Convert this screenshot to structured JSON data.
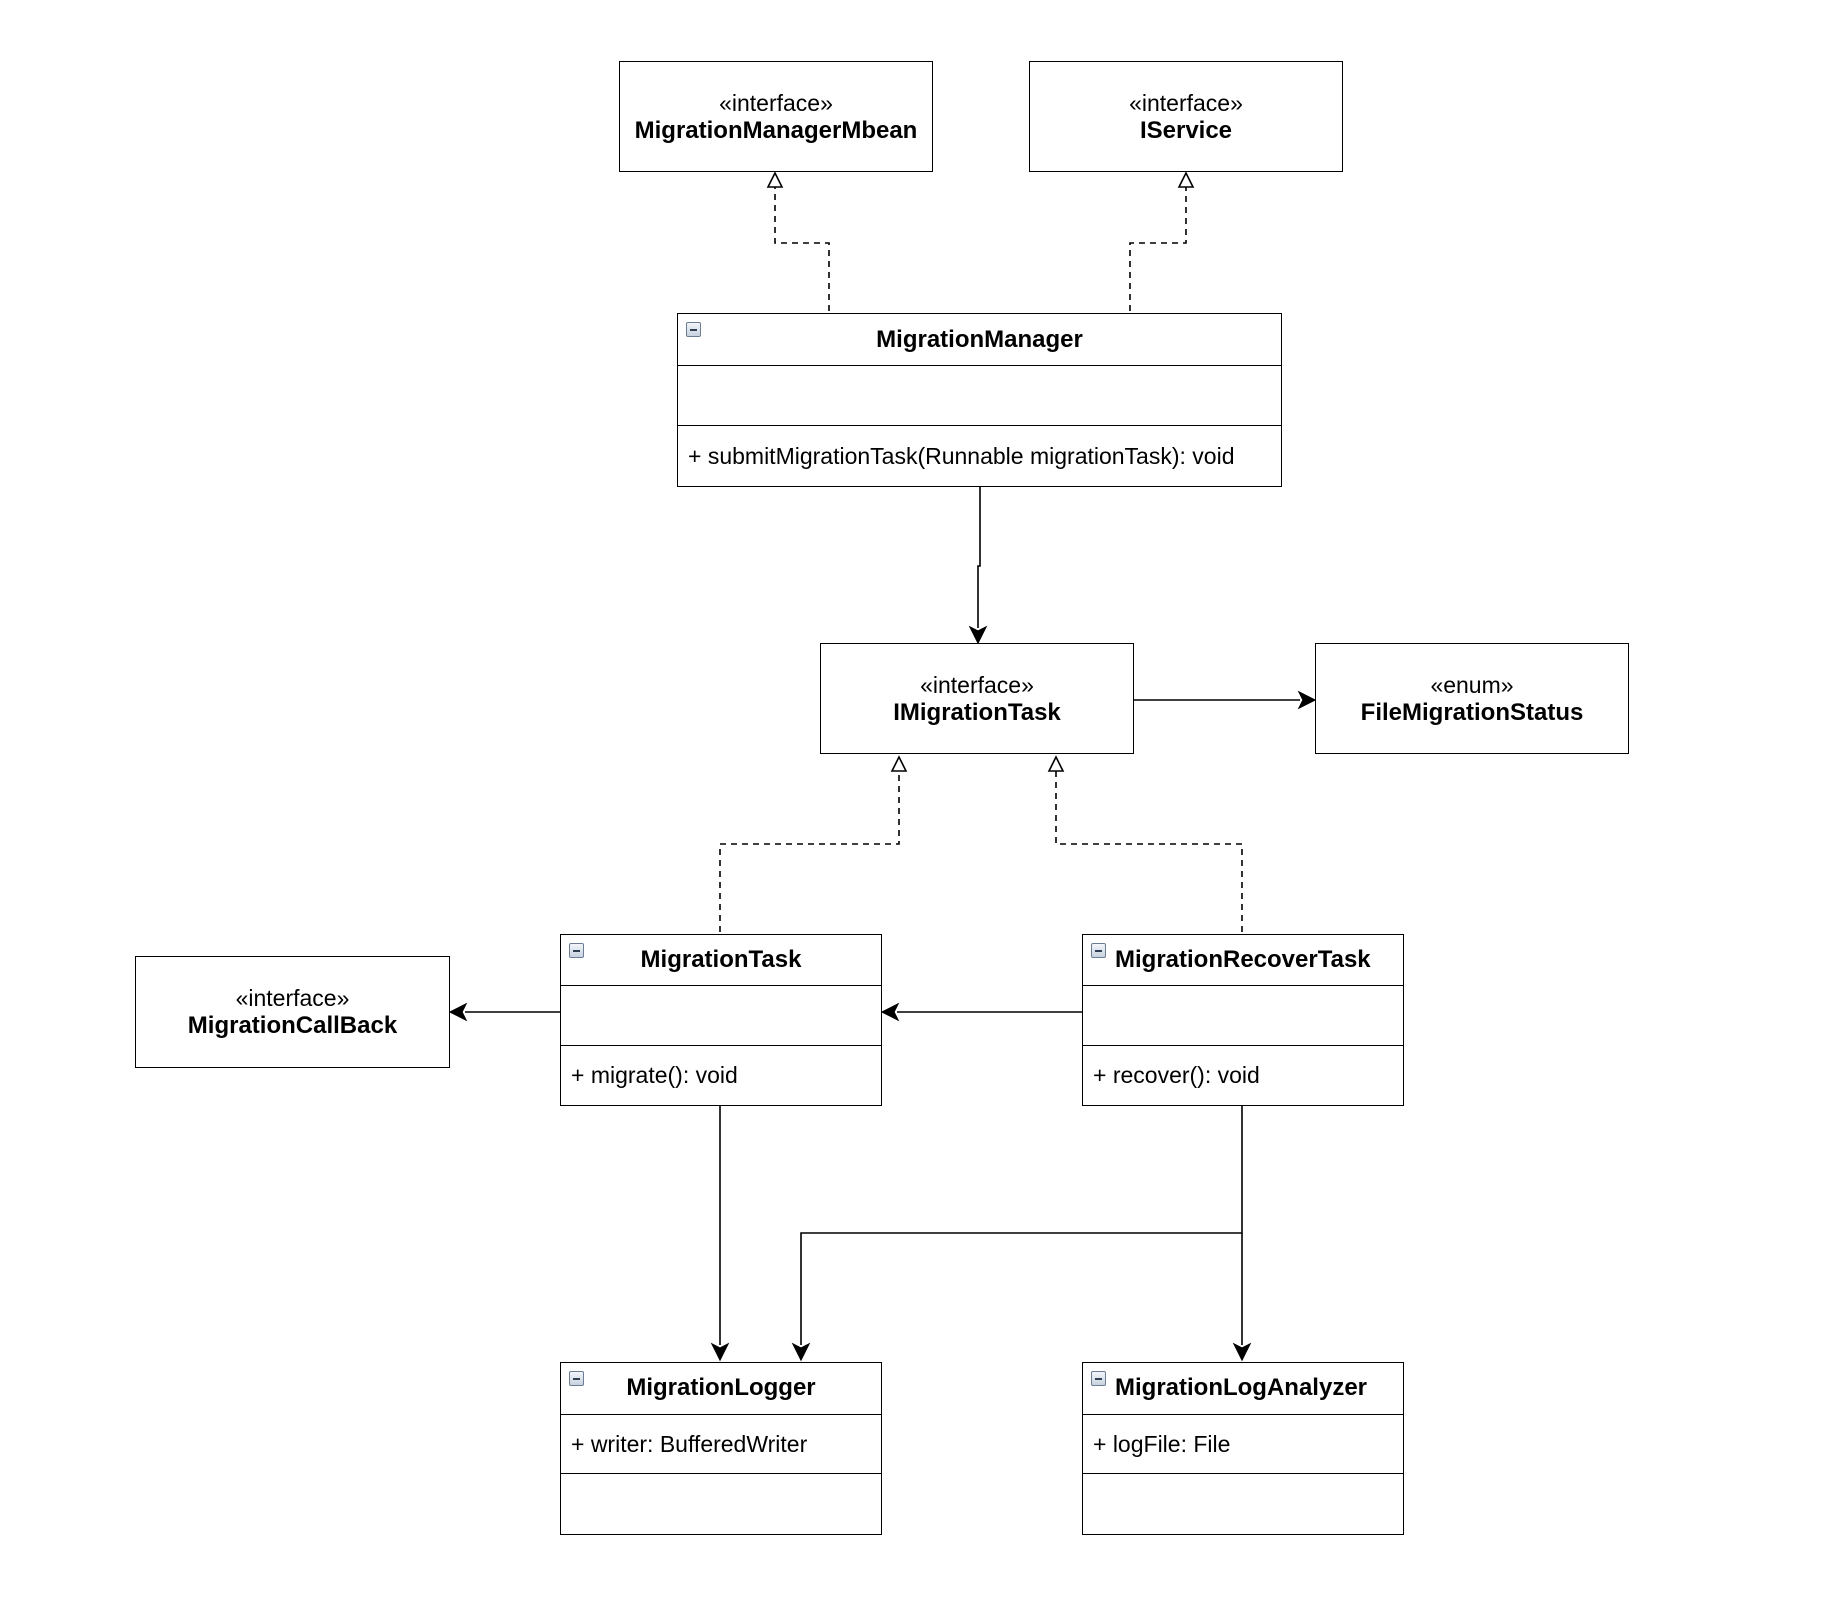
{
  "diagram": {
    "nodes": {
      "migration_manager_mbean": {
        "stereotype": "«interface»",
        "name": "MigrationManagerMbean"
      },
      "iservice": {
        "stereotype": "«interface»",
        "name": "IService"
      },
      "migration_manager": {
        "name": "MigrationManager",
        "attributes": "",
        "methods": "+ submitMigrationTask(Runnable migrationTask): void"
      },
      "imigration_task": {
        "stereotype": "«interface»",
        "name": "IMigrationTask"
      },
      "file_migration_status": {
        "stereotype": "«enum»",
        "name": "FileMigrationStatus"
      },
      "migration_callback": {
        "stereotype": "«interface»",
        "name": "MigrationCallBack"
      },
      "migration_task": {
        "name": "MigrationTask",
        "attributes": "",
        "methods": "+ migrate(): void"
      },
      "migration_recover_task": {
        "name": "MigrationRecoverTask",
        "attributes": "",
        "methods": "+ recover(): void"
      },
      "migration_logger": {
        "name": "MigrationLogger",
        "attributes": "+ writer: BufferedWriter",
        "methods": ""
      },
      "migration_log_analyzer": {
        "name": "MigrationLogAnalyzer",
        "attributes": "+ logFile: File",
        "methods": ""
      }
    },
    "edges": [
      {
        "from": "MigrationManager",
        "to": "MigrationManagerMbean",
        "kind": "realization"
      },
      {
        "from": "MigrationManager",
        "to": "IService",
        "kind": "realization"
      },
      {
        "from": "MigrationManager",
        "to": "IMigrationTask",
        "kind": "association"
      },
      {
        "from": "IMigrationTask",
        "to": "FileMigrationStatus",
        "kind": "association"
      },
      {
        "from": "MigrationTask",
        "to": "IMigrationTask",
        "kind": "realization"
      },
      {
        "from": "MigrationRecoverTask",
        "to": "IMigrationTask",
        "kind": "realization"
      },
      {
        "from": "MigrationTask",
        "to": "MigrationCallBack",
        "kind": "association"
      },
      {
        "from": "MigrationRecoverTask",
        "to": "MigrationTask",
        "kind": "association"
      },
      {
        "from": "MigrationTask",
        "to": "MigrationLogger",
        "kind": "association"
      },
      {
        "from": "MigrationRecoverTask",
        "to": "MigrationLogger",
        "kind": "association"
      },
      {
        "from": "MigrationRecoverTask",
        "to": "MigrationLogAnalyzer",
        "kind": "association"
      }
    ]
  }
}
